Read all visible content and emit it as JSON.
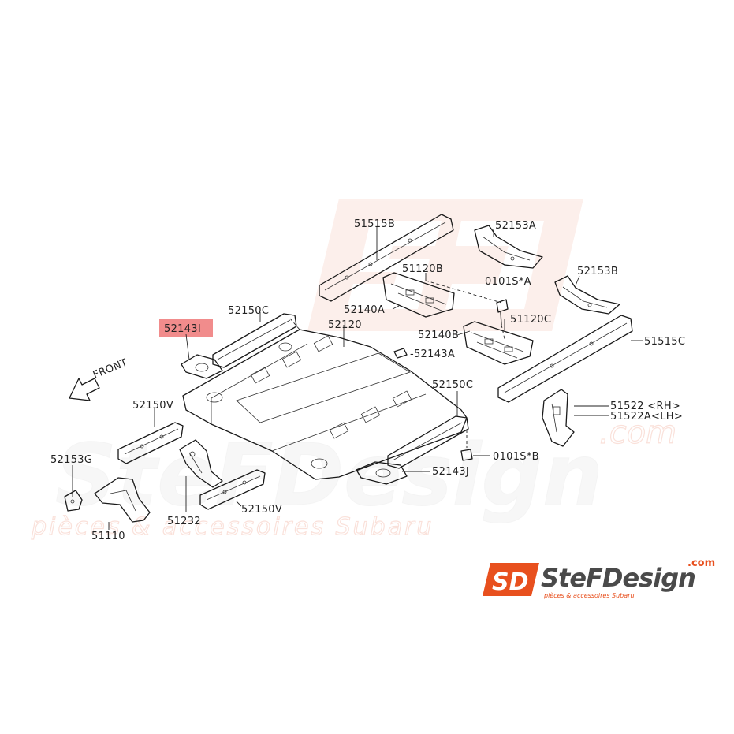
{
  "diagram": {
    "highlighted_part": "52143I",
    "part_labels": [
      {
        "key": "p51515B",
        "text": "51515B"
      },
      {
        "key": "p52153A",
        "text": "52153A"
      },
      {
        "key": "p51120B",
        "text": "51120B"
      },
      {
        "key": "p0101SA",
        "text": "0101S*A"
      },
      {
        "key": "p52153B",
        "text": "52153B"
      },
      {
        "key": "p52140A",
        "text": "52140A"
      },
      {
        "key": "p51120C",
        "text": "51120C"
      },
      {
        "key": "p52150C_top",
        "text": "52150C"
      },
      {
        "key": "p52120",
        "text": "52120"
      },
      {
        "key": "p52140B",
        "text": "52140B"
      },
      {
        "key": "p51515C",
        "text": "51515C"
      },
      {
        "key": "p52143A",
        "text": "-52143A"
      },
      {
        "key": "p52150C_mid",
        "text": "52150C"
      },
      {
        "key": "p51522",
        "text": "51522 <RH>"
      },
      {
        "key": "p51522A",
        "text": "51522A<LH>"
      },
      {
        "key": "p52150V_left",
        "text": "52150V"
      },
      {
        "key": "p0101SB",
        "text": "0101S*B"
      },
      {
        "key": "p52143J",
        "text": "52143J"
      },
      {
        "key": "p52153G",
        "text": "52153G"
      },
      {
        "key": "p51232",
        "text": "51232"
      },
      {
        "key": "p52150V_bottom",
        "text": "52150V"
      },
      {
        "key": "p51110",
        "text": "51110"
      }
    ],
    "front_arrow_label": "FRONT"
  },
  "watermark": {
    "main": "SteFDesign",
    "tagline": "pièces & accessoires Subaru",
    "domain": ".com"
  },
  "logo": {
    "badge": "SD",
    "name": "SteFDesign",
    "domain": ".com",
    "tagline": "pièces & accessoires Subaru"
  },
  "colors": {
    "highlight": "#f08080",
    "brand_orange": "#e8501e",
    "watermark": "#f7d8cf"
  }
}
